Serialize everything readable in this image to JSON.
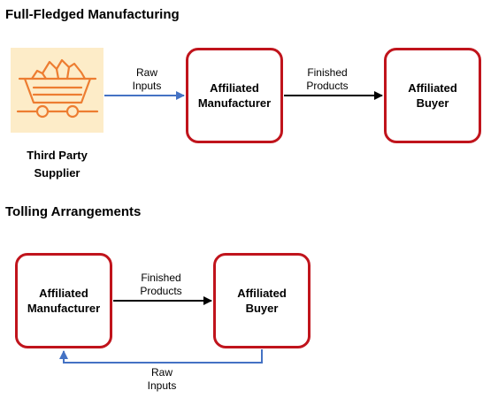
{
  "section1": {
    "title": "Full-Fledged Manufacturing",
    "supplier": {
      "icon": "mine-cart-icon",
      "line1": "Third Party",
      "line2": "Supplier"
    },
    "arrow1_label": {
      "line1": "Raw",
      "line2": "Inputs"
    },
    "manufacturer": {
      "line1": "Affiliated",
      "line2": "Manufacturer"
    },
    "arrow2_label": {
      "line1": "Finished",
      "line2": "Products"
    },
    "buyer": {
      "line1": "Affiliated",
      "line2": "Buyer"
    }
  },
  "section2": {
    "title": "Tolling Arrangements",
    "manufacturer": {
      "line1": "Affiliated",
      "line2": "Manufacturer"
    },
    "arrow_label": {
      "line1": "Finished",
      "line2": "Products"
    },
    "buyer": {
      "line1": "Affiliated",
      "line2": "Buyer"
    },
    "return_label": {
      "line1": "Raw",
      "line2": "Inputs"
    }
  },
  "colors": {
    "box_border": "#c0141c",
    "raw_arrow": "#4472c4",
    "finished_arrow": "#000000",
    "icon": "#ed7d31",
    "icon_bg": "#fdecc8"
  }
}
